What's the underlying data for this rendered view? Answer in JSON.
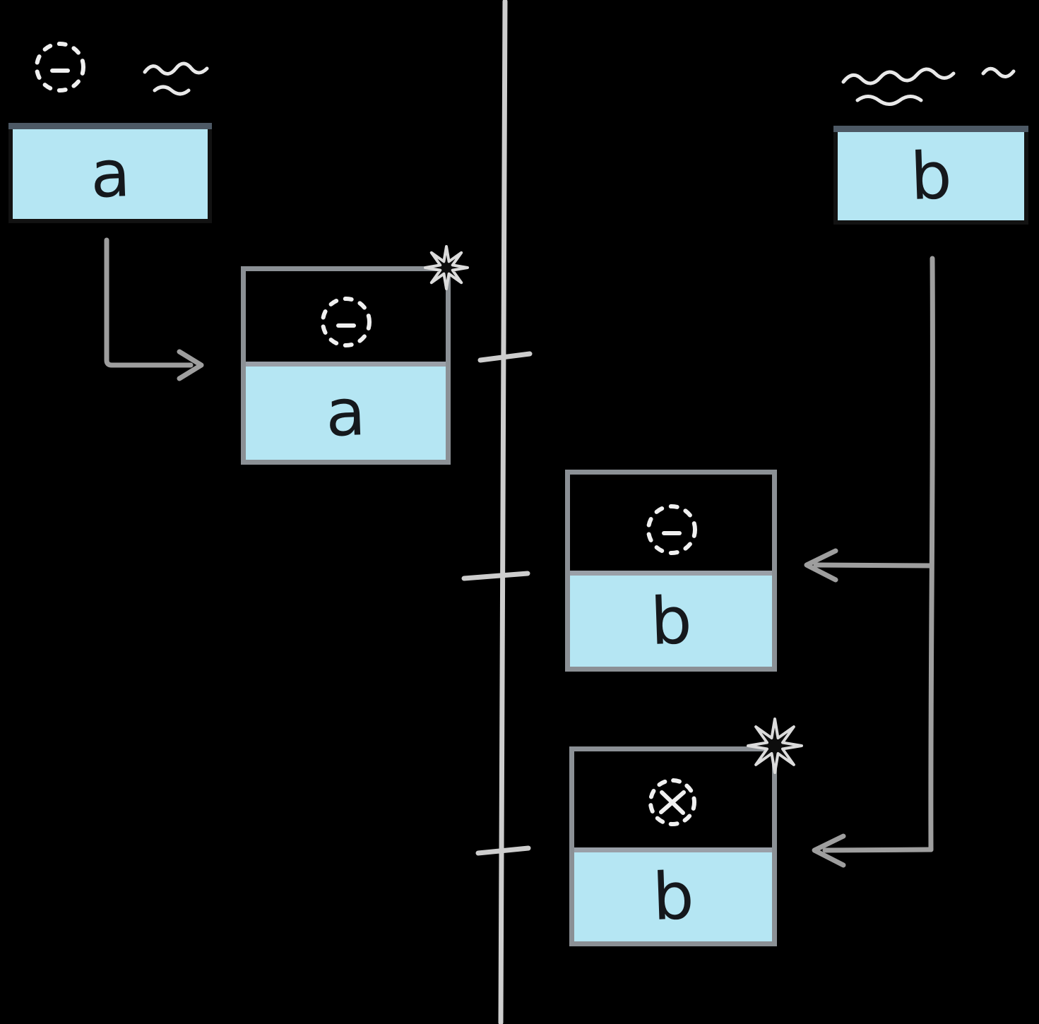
{
  "diagram": {
    "title": "entity-copy-timeline-diagram",
    "background": "#000000",
    "colors": {
      "box_fill": "#b5e6f3",
      "box_border_gray": "#8b9095",
      "divider_dark": "#4d5965",
      "divider_light": "#9aa0a8",
      "arrow": "#9e9e9e",
      "timeline": "#cdcdcd",
      "icon_stroke": "#f0f0f0",
      "letter_color": "#15181c"
    },
    "timeline": {
      "orientation": "vertical",
      "tick_count": 3
    },
    "boxes": [
      {
        "name": "entity-a-original",
        "label": "a",
        "icon": "dashed-identity-circle",
        "badge": "scribble"
      },
      {
        "name": "entity-a-copy",
        "label": "a",
        "icon": "dashed-identity-circle",
        "badge": "sparkle"
      },
      {
        "name": "entity-b-original",
        "label": "b",
        "icon": "scribble",
        "badge": ""
      },
      {
        "name": "entity-b-copy-1",
        "label": "b",
        "icon": "dashed-identity-circle",
        "badge": ""
      },
      {
        "name": "entity-b-copy-2",
        "label": "b",
        "icon": "crossed-identity-circle",
        "badge": "sparkle"
      }
    ]
  }
}
